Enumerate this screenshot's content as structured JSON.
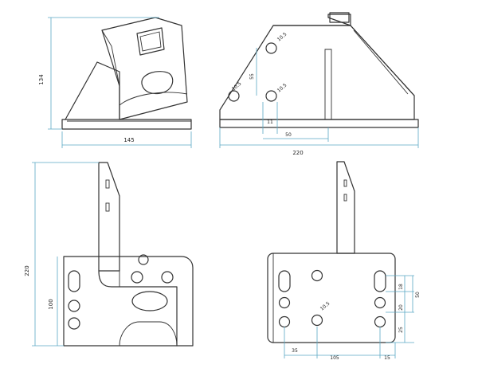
{
  "drawing": {
    "top_left": {
      "height_134": "134",
      "width_145": "145"
    },
    "top_right": {
      "slot_r1": "10.5",
      "slot_r2": "10.5",
      "slot_r3": "10.5",
      "v55": "55",
      "h11": "11",
      "h50": "50",
      "w220": "220"
    },
    "bottom_left": {
      "h220": "220",
      "h100": "100"
    },
    "bottom_right": {
      "r105": "10.5",
      "d18": "18",
      "d50": "50",
      "d20": "20",
      "d25": "25",
      "d35": "35",
      "d105": "105",
      "d15": "15"
    }
  },
  "colors": {
    "line": "#333333",
    "dimension": "#5aa9c4",
    "text": "#222222"
  }
}
